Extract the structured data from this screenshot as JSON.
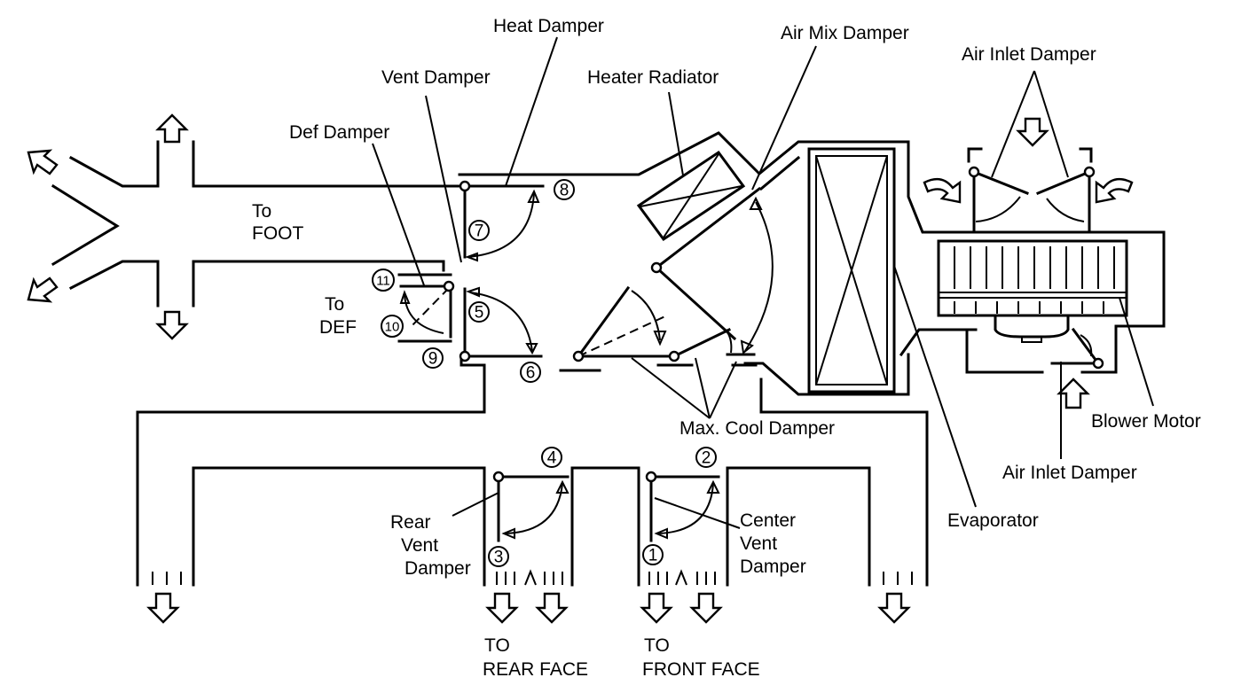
{
  "labels": {
    "heat_damper": "Heat Damper",
    "air_mix_damper": "Air Mix Damper",
    "air_inlet_damper_top": "Air Inlet Damper",
    "vent_damper": "Vent Damper",
    "heater_radiator": "Heater Radiator",
    "def_damper": "Def Damper",
    "to_foot_1": "To",
    "to_foot_2": "FOOT",
    "to_def_1": "To",
    "to_def_2": "DEF",
    "max_cool_damper": "Max. Cool Damper",
    "blower_motor": "Blower Motor",
    "air_inlet_damper_bottom": "Air Inlet Damper",
    "rear_vent_1": "Rear",
    "rear_vent_2": "Vent",
    "rear_vent_3": "Damper",
    "center_vent_1": "Center",
    "center_vent_2": "Vent",
    "center_vent_3": "Damper",
    "evaporator": "Evaporator",
    "to_rear_face_1": "TO",
    "to_rear_face_2": "REAR FACE",
    "to_front_face_1": "TO",
    "to_front_face_2": "FRONT FACE"
  },
  "positions": {
    "p1": "1",
    "p2": "2",
    "p3": "3",
    "p4": "4",
    "p5": "5",
    "p6": "6",
    "p7": "7",
    "p8": "8",
    "p9": "9",
    "p10": "10",
    "p11": "11"
  },
  "colors": {
    "ink": "#000000",
    "paper": "#ffffff"
  }
}
